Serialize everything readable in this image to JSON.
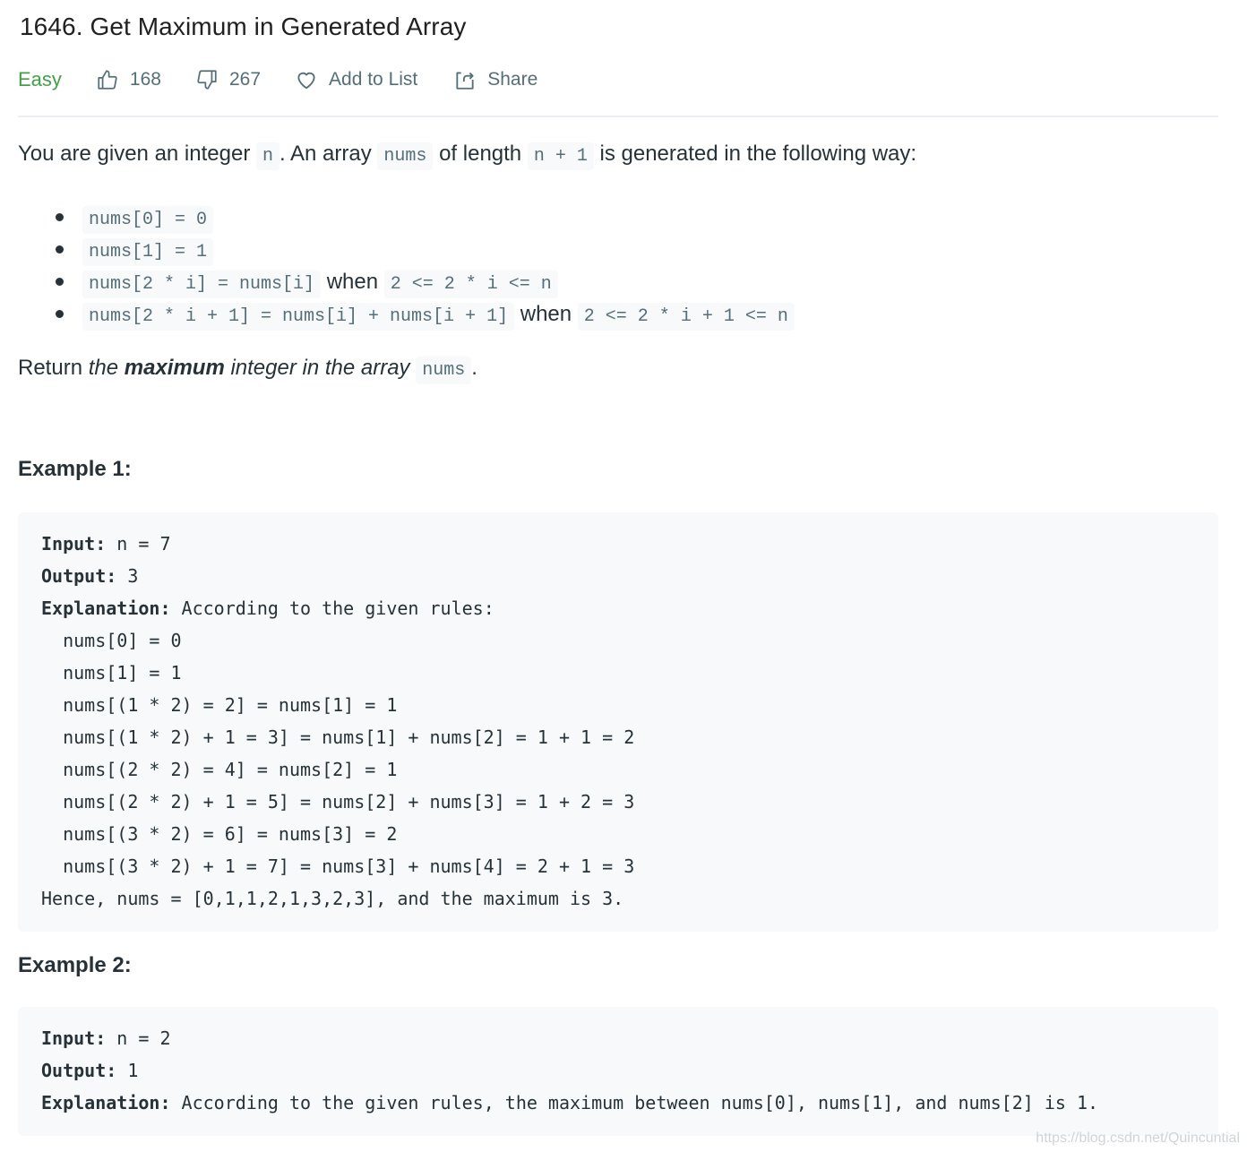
{
  "header": {
    "title": "1646. Get Maximum in Generated Array",
    "difficulty": "Easy",
    "likes": "168",
    "dislikes": "267",
    "add_to_list_label": "Add to List",
    "share_label": "Share"
  },
  "colors": {
    "difficulty_easy": "#43a047",
    "meta_text": "#546e7a",
    "code_bg": "#f7f9fa"
  },
  "description": {
    "intro": {
      "t1": "You are given an integer ",
      "c1": "n",
      "t2": ". An array ",
      "c2": "nums",
      "t3": " of length ",
      "c3": "n + 1",
      "t4": " is generated in the following way:"
    },
    "rules": [
      {
        "code": "nums[0] = 0"
      },
      {
        "code": "nums[1] = 1"
      },
      {
        "code": "nums[2 * i] = nums[i]",
        "when": " when ",
        "cond": "2 <= 2 * i <= n"
      },
      {
        "code": "nums[2 * i + 1] = nums[i] + nums[i + 1]",
        "when": " when ",
        "cond": "2 <= 2 * i + 1 <= n"
      }
    ],
    "return": {
      "t1": "Return ",
      "em1": "the ",
      "strong": "maximum",
      "em2": " integer in the array",
      "t2": " ",
      "code": "nums",
      "t3": "."
    }
  },
  "examples": [
    {
      "heading": "Example 1:",
      "input_label": "Input:",
      "input_value": " n = 7",
      "output_label": "Output:",
      "output_value": " 3",
      "explanation_label": "Explanation:",
      "explanation_value": " According to the given rules:",
      "lines": [
        "  nums[0] = 0",
        "  nums[1] = 1",
        "  nums[(1 * 2) = 2] = nums[1] = 1",
        "  nums[(1 * 2) + 1 = 3] = nums[1] + nums[2] = 1 + 1 = 2",
        "  nums[(2 * 2) = 4] = nums[2] = 1",
        "  nums[(2 * 2) + 1 = 5] = nums[2] + nums[3] = 1 + 2 = 3",
        "  nums[(3 * 2) = 6] = nums[3] = 2",
        "  nums[(3 * 2) + 1 = 7] = nums[3] + nums[4] = 2 + 1 = 3",
        "Hence, nums = [0,1,1,2,1,3,2,3], and the maximum is 3."
      ]
    },
    {
      "heading": "Example 2:",
      "input_label": "Input:",
      "input_value": " n = 2",
      "output_label": "Output:",
      "output_value": " 1",
      "explanation_label": "Explanation:",
      "explanation_value": " According to the given rules, the maximum between nums[0], nums[1], and nums[2] is 1."
    }
  ],
  "watermark": "https://blog.csdn.net/Quincuntial"
}
